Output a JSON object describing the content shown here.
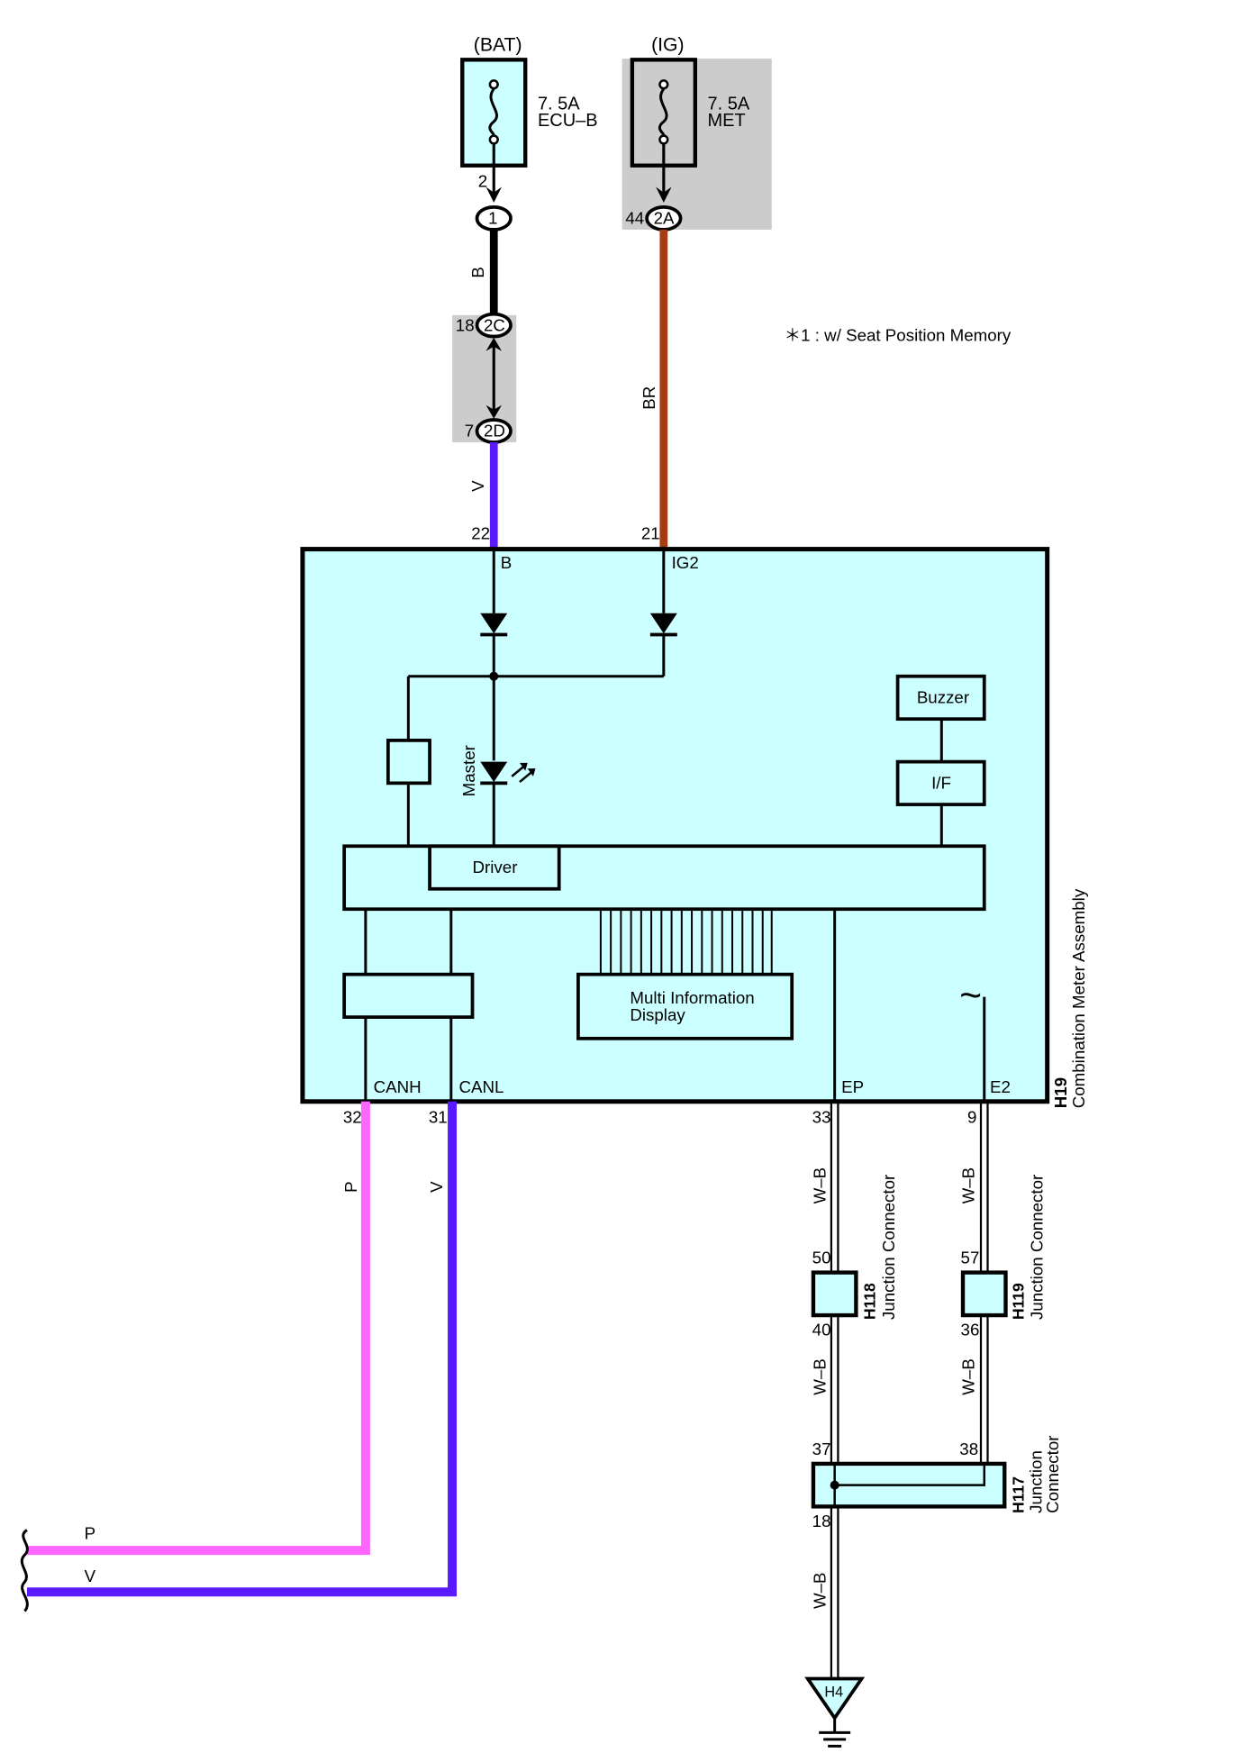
{
  "fuses": {
    "bat": {
      "source": "(BAT)",
      "rating": "7. 5A",
      "name": "ECU–B",
      "pin": "2"
    },
    "ig": {
      "source": "(IG)",
      "rating": "7. 5A",
      "name": "MET",
      "pin": "44"
    }
  },
  "connectors": {
    "c1": {
      "id": "1"
    },
    "c2a": {
      "id": "2A"
    },
    "c2c": {
      "id": "2C",
      "pin": "18"
    },
    "c2d": {
      "id": "2D",
      "pin": "7"
    }
  },
  "wires": {
    "bat_upper": {
      "color_code": "B",
      "color": "#000000"
    },
    "bat_lower": {
      "color_code": "V",
      "color": "#5a1aff"
    },
    "ig": {
      "color_code": "BR",
      "color": "#a63c0f"
    },
    "canh": {
      "color_code": "P",
      "color": "#ff66ff"
    },
    "canl": {
      "color_code": "V",
      "color": "#5a1aff"
    },
    "ground_ep_upper": {
      "color_code": "W–B"
    },
    "ground_e2_upper": {
      "color_code": "W–B"
    },
    "ground_ep_mid": {
      "color_code": "W–B"
    },
    "ground_e2_mid": {
      "color_code": "W–B"
    },
    "ground_lower": {
      "color_code": "W–B"
    },
    "left_p": {
      "color_code": "P"
    },
    "left_v": {
      "color_code": "V"
    }
  },
  "note": "＊1 : w/ Seat Position Memory",
  "meter": {
    "code": "H19",
    "name": "Combination Meter Assembly",
    "terminals": {
      "b": {
        "label": "B",
        "pin": "22"
      },
      "ig2": {
        "label": "IG2",
        "pin": "21"
      },
      "canh": {
        "label": "CANH",
        "pin": "32"
      },
      "canl": {
        "label": "CANL",
        "pin": "31"
      },
      "ep": {
        "label": "EP",
        "pin": "33"
      },
      "e2": {
        "label": "E2",
        "pin": "9"
      }
    },
    "blocks": {
      "buzzer": "Buzzer",
      "interface": "I/F",
      "driver": "Driver",
      "master": "Master",
      "mid_line1": "Multi Information",
      "mid_line2": "Display",
      "wave": "~"
    }
  },
  "junctions": {
    "h118": {
      "code": "H118",
      "name": "Junction Connector",
      "pin_top": "50",
      "pin_bottom": "40"
    },
    "h119": {
      "code": "H119",
      "name": "Junction Connector",
      "pin_top": "57",
      "pin_bottom": "36"
    },
    "h117": {
      "code": "H117",
      "name_line1": "Junction",
      "name_line2": "Connector",
      "pin_left": "37",
      "pin_right": "38",
      "pin_bottom": "18"
    }
  },
  "ground": {
    "code": "H4"
  }
}
